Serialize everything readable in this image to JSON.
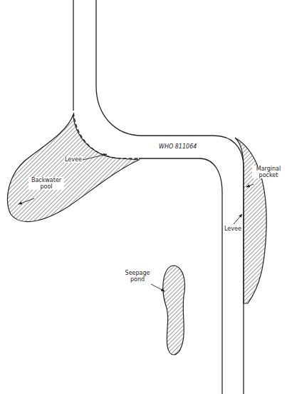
{
  "diagram": {
    "labels": [
      "Levee",
      "WHO 811064",
      "Backwater pool",
      "Marginal pocket",
      "Levee",
      "Seepage pond"
    ]
  }
}
